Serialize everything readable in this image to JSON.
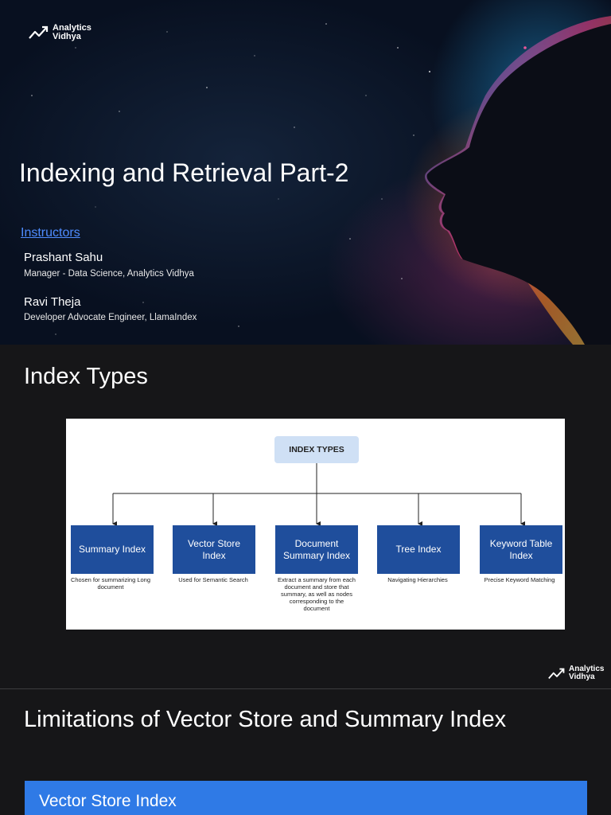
{
  "slide1": {
    "logo": {
      "line1": "Analytics",
      "line2": "Vidhya",
      "icon": "trend-arrow-icon"
    },
    "title": "Indexing and Retrieval Part-2",
    "instructors_link": "Instructors",
    "instructors": [
      {
        "name": "Prashant Sahu",
        "role": "Manager - Data Science, Analytics Vidhya"
      },
      {
        "name": "Ravi Theja",
        "role": "Developer Advocate Engineer, LlamaIndex"
      }
    ]
  },
  "slide2": {
    "title": "Index Types",
    "diagram": {
      "root": "INDEX TYPES",
      "nodes": [
        {
          "label": "Summary Index",
          "description": "Chosen for summarizing Long document"
        },
        {
          "label": "Vector Store Index",
          "description": "Used for Semantic Search"
        },
        {
          "label": "Document Summary Index",
          "description": "Extract a summary from each document and store that summary, as well as nodes corresponding to the document"
        },
        {
          "label": "Tree Index",
          "description": "Navigating Hierarchies"
        },
        {
          "label": "Keyword Table Index",
          "description": "Precise Keyword Matching"
        }
      ]
    },
    "logo": {
      "line1": "Analytics",
      "line2": "Vidhya"
    }
  },
  "slide3": {
    "title": "Limitations of Vector Store and Summary Index",
    "section": "Vector Store Index"
  },
  "colors": {
    "node_fill": "#1f4e9c",
    "root_fill": "#cfe0f5",
    "link": "#4e8cff",
    "section_bar": "#2f7ae6"
  }
}
